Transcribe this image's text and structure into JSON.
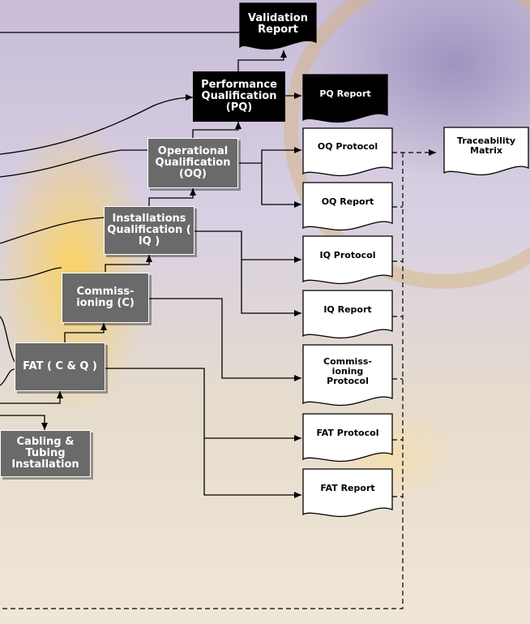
{
  "boxes": {
    "validation_report": "Validation Report",
    "pq": "Performance Qualification (PQ)",
    "pq_report": "PQ Report",
    "oq": "Operational Qualification (OQ)",
    "iq": "Installations Qualification ( IQ )",
    "commissioning": "Commiss- ioning (C)",
    "fat": "FAT ( C & Q )",
    "cabling": "Cabling & Tubing Installation"
  },
  "documents": {
    "oq_protocol": "OQ Protocol",
    "oq_report": "OQ Report",
    "iq_protocol": "IQ Protocol",
    "iq_report": "IQ Report",
    "commissioning_protocol": "Commiss- ioning Protocol",
    "fat_protocol": "FAT Protocol",
    "fat_report": "FAT Report",
    "traceability_matrix": "Traceability Matrix"
  },
  "colors": {
    "grey_box": "#6a6a6a",
    "black_box": "#000000",
    "document": "#ffffff",
    "line": "#000000"
  }
}
